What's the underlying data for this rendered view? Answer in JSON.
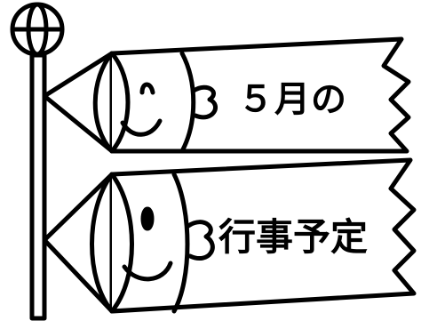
{
  "banner_top": {
    "text": "５月の"
  },
  "banner_bottom": {
    "text": "行事予定"
  },
  "colors": {
    "line": "#000000",
    "fill": "#ffffff"
  },
  "icons": [
    "pole-finial",
    "carp-streamer-top",
    "carp-streamer-bottom"
  ]
}
